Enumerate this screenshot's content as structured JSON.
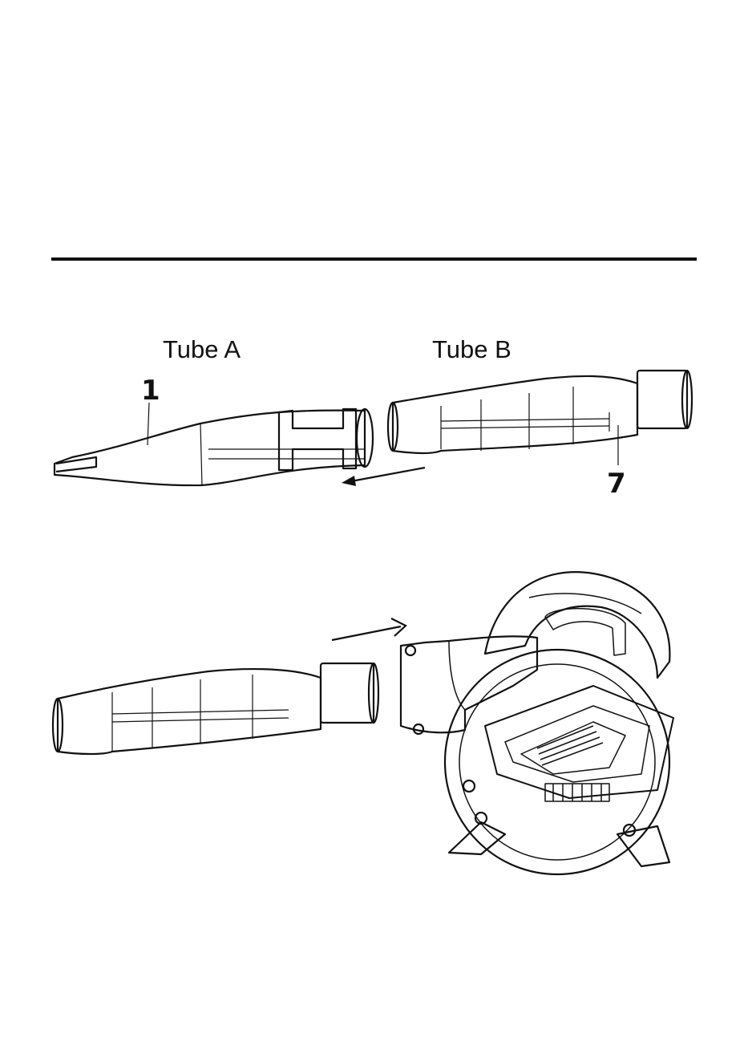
{
  "figure1": {
    "label_tube_a": "Tube A",
    "label_tube_b": "Tube B",
    "callout_1": "1",
    "callout_7": "7"
  },
  "colors": {
    "line": "#111111",
    "background": "#ffffff"
  },
  "icons": [
    "arrow-left-icon",
    "arrow-right-icon"
  ]
}
